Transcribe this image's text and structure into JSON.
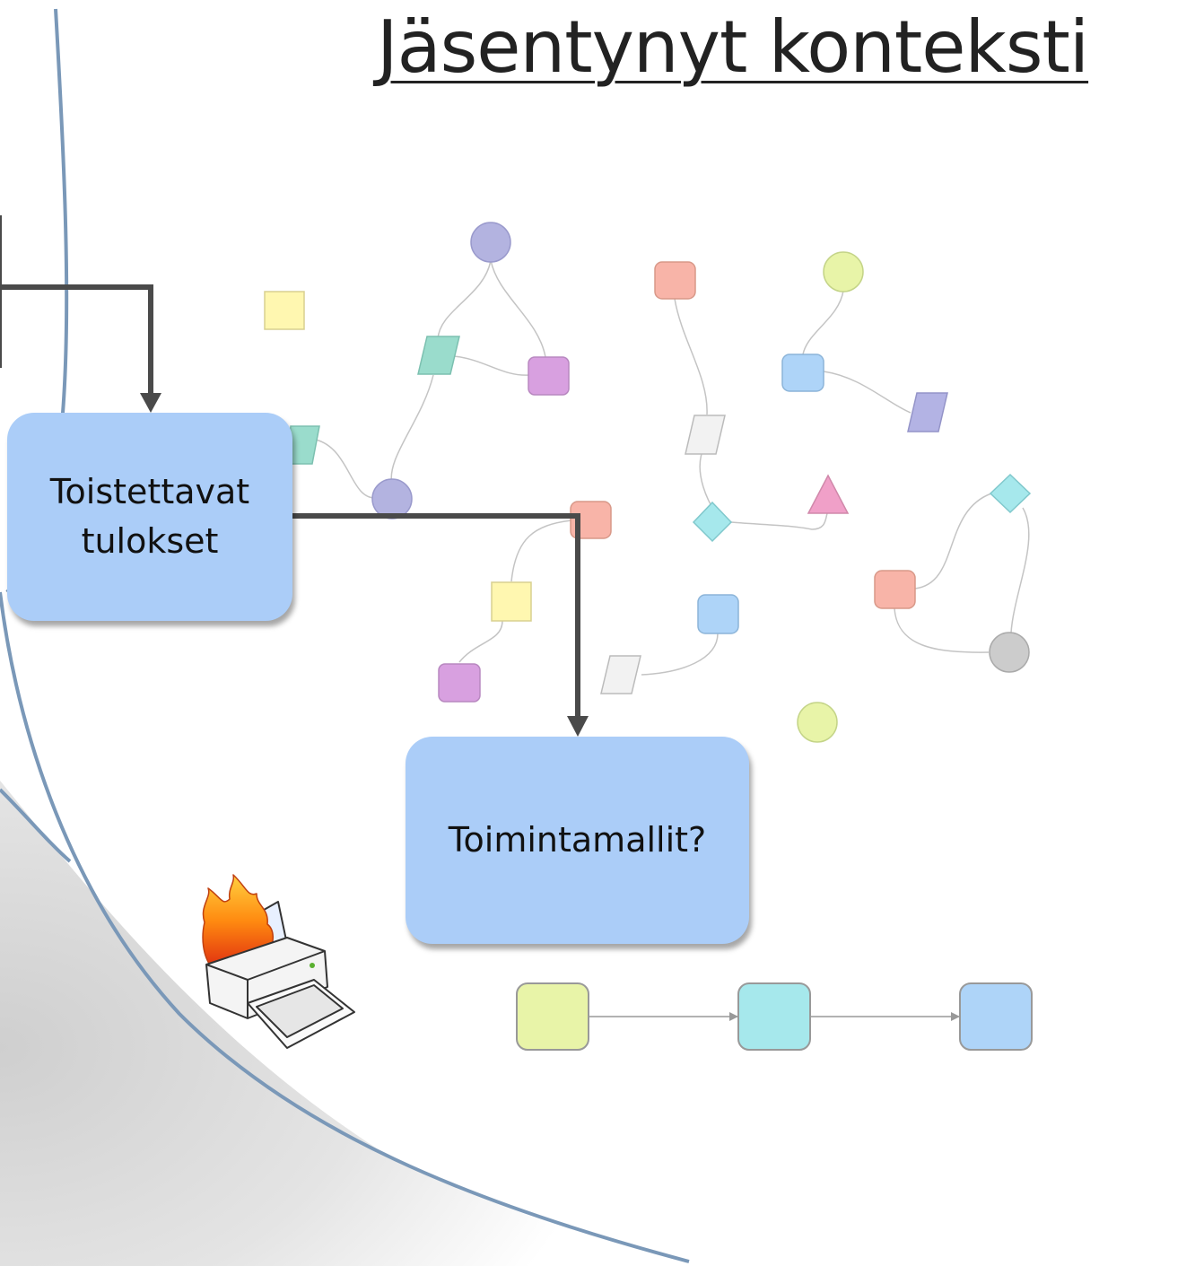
{
  "title": "Jäsentynyt konteksti",
  "boxes": {
    "reproducible_results": {
      "line1": "Toistettavat",
      "line2": "tulokset"
    },
    "operating_models": {
      "label": "Toimintamallit?"
    }
  },
  "colors": {
    "box_fill": "#abcdf8",
    "connector": "#4a4a4a",
    "decor_curve": "#7a98b8",
    "purple": "#b3b3e0",
    "pink": "#d8a0e0",
    "salmon": "#f8b4a8",
    "yellow": "#fff7b0",
    "lime": "#e8f4a8",
    "teal": "#9adccc",
    "cyan": "#a6e8ec",
    "blue": "#aed4f8",
    "lavender": "#b3b3e4",
    "gray": "#cccccc",
    "white": "#f2f2f2",
    "magenta": "#f0a0c8"
  },
  "icons": {
    "printer": "burning-printer-icon"
  }
}
